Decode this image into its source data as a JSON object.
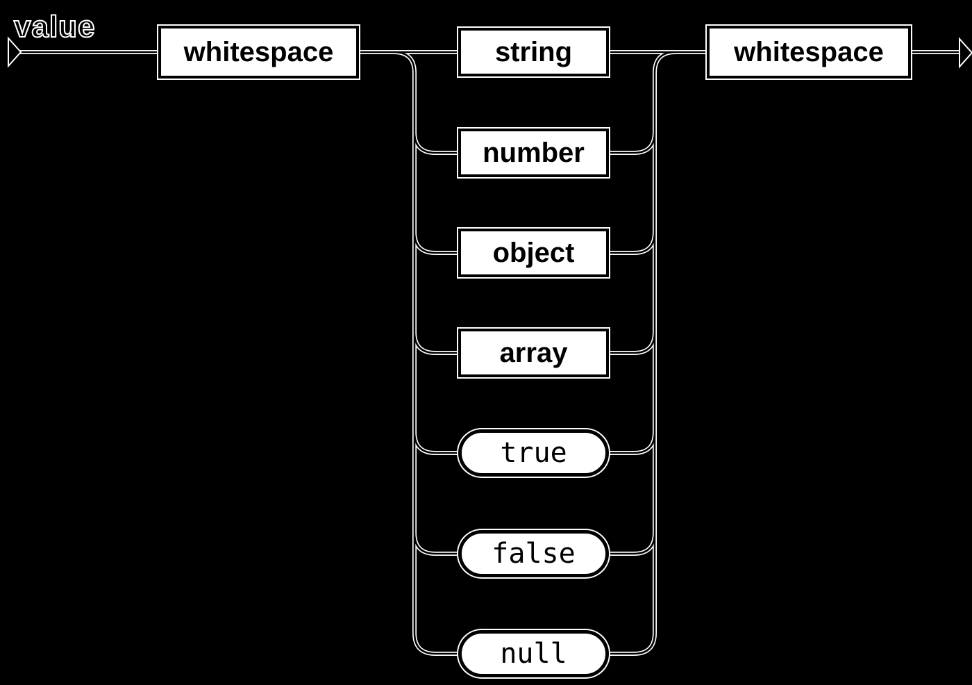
{
  "title": "value",
  "colors": {
    "background": "#000000",
    "node_fill": "#ffffff",
    "node_border": "#000000",
    "line_core": "#000000",
    "line_halo": "#ffffff",
    "label_color": "#000000",
    "title_fill": "#000000",
    "title_outline": "#ffffff"
  },
  "diagram": {
    "type": "railroad-syntax-diagram",
    "entry_node": "whitespace",
    "exit_node": "whitespace",
    "branches": [
      {
        "label": "string",
        "shape": "rect"
      },
      {
        "label": "number",
        "shape": "rect"
      },
      {
        "label": "object",
        "shape": "rect"
      },
      {
        "label": "array",
        "shape": "rect"
      },
      {
        "label": "true",
        "shape": "pill"
      },
      {
        "label": "false",
        "shape": "pill"
      },
      {
        "label": "null",
        "shape": "pill"
      }
    ]
  }
}
